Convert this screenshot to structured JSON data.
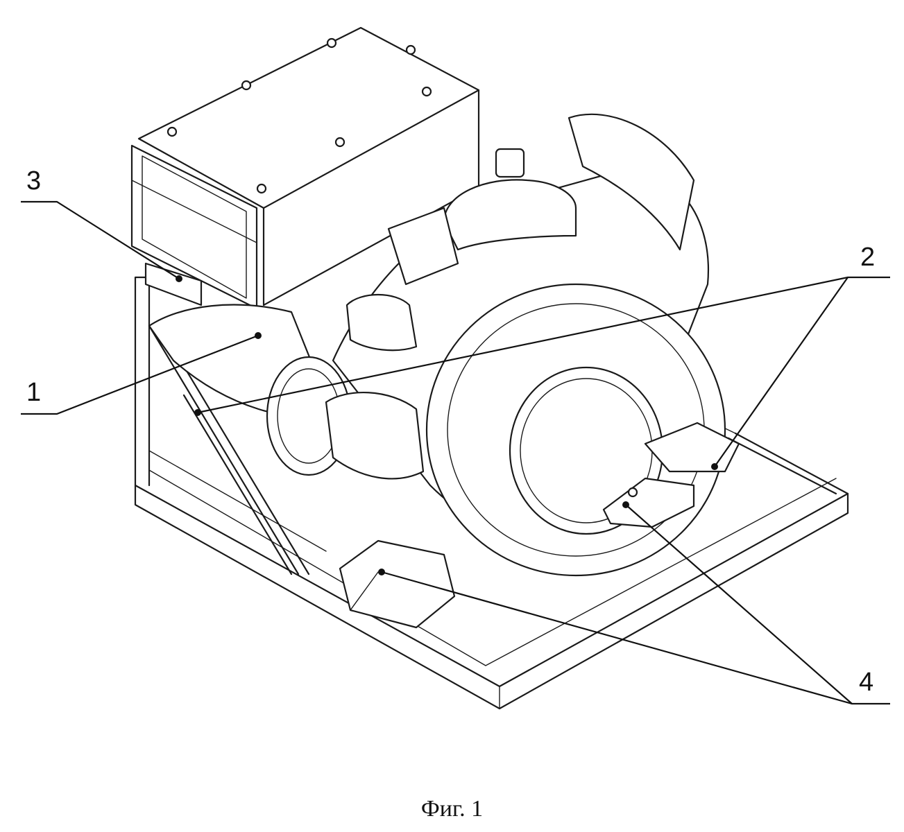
{
  "figure": {
    "caption": "Фиг. 1",
    "callouts": [
      {
        "id": "1",
        "label": "1"
      },
      {
        "id": "2",
        "label": "2"
      },
      {
        "id": "3",
        "label": "3"
      },
      {
        "id": "4",
        "label": "4"
      }
    ]
  },
  "colors": {
    "ink": "#1a1a1a",
    "background": "#ffffff"
  }
}
